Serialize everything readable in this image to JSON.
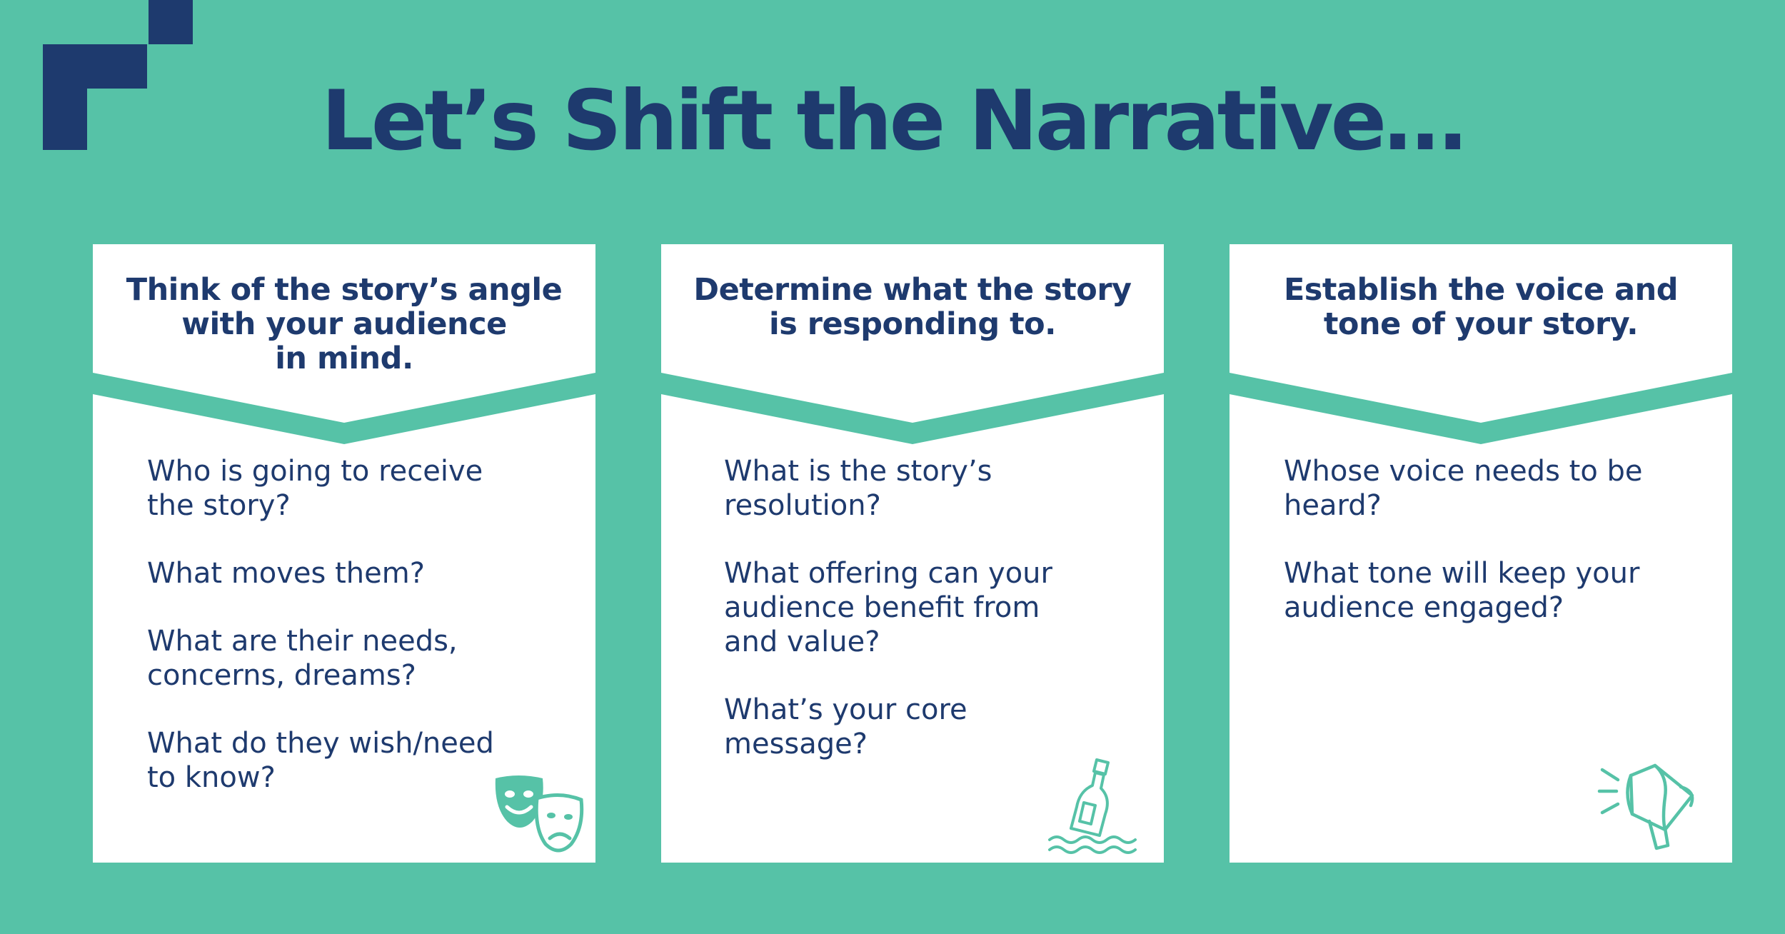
{
  "title": "Let’s Shift the Narrative…",
  "colors": {
    "background": "#56c2a7",
    "navy": "#1e3a6e",
    "card": "#ffffff",
    "accent": "#56c2a7"
  },
  "cards": [
    {
      "heading": "Think of the story’s angle\nwith your audience\nin mind.",
      "icon": "theater-masks-icon",
      "questions": [
        "Who is going to receive\nthe story?",
        "What moves them?",
        "What are their needs,\nconcerns, dreams?",
        "What do they wish/need\nto know?"
      ]
    },
    {
      "heading": "Determine what the story\nis responding to.",
      "icon": "message-in-bottle-icon",
      "questions": [
        "What is the story’s\nresolution?",
        "What offering can your\naudience benefit from\nand value?",
        "What’s your core\nmessage?"
      ]
    },
    {
      "heading": "Establish the voice and\ntone of your story.",
      "icon": "megaphone-icon",
      "questions": [
        "Whose voice needs to be\nheard?",
        "What tone will keep your\naudience engaged?"
      ]
    }
  ]
}
